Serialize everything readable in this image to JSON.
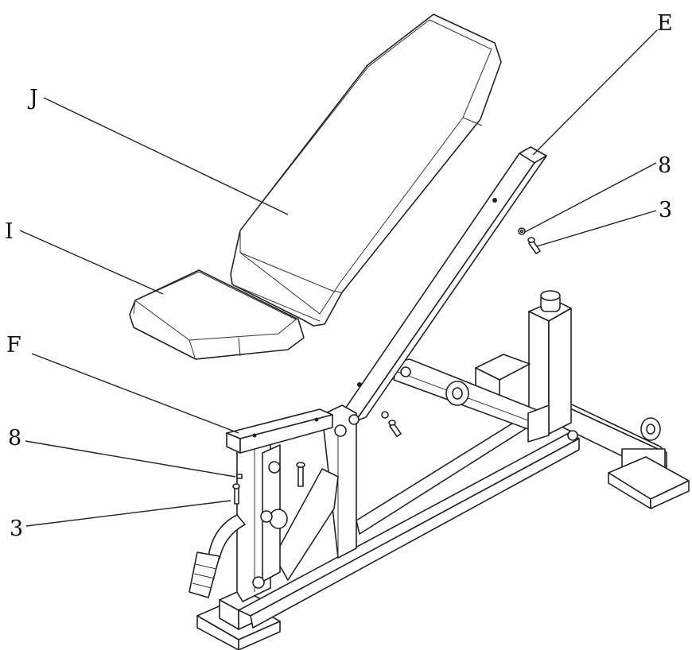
{
  "labels": {
    "e": "E",
    "j": "J",
    "i": "I",
    "f": "F",
    "n8_right": "8",
    "n3_right": "3",
    "n8_left": "8",
    "n3_left": "3"
  }
}
